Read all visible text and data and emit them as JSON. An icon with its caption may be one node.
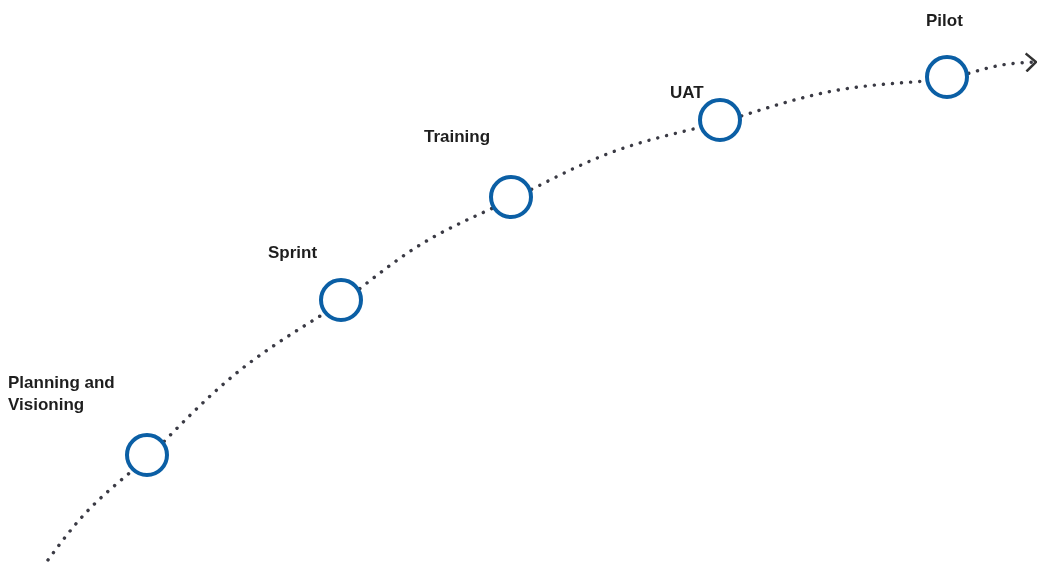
{
  "diagram": {
    "nodes": [
      {
        "text": [
          "Planning and Visioning"
        ]
      },
      {
        "text": [
          "Sprint"
        ]
      },
      {
        "text": [
          "Training"
        ]
      },
      {
        "text": [
          "UAT"
        ]
      },
      {
        "text": [
          "Pilot"
        ]
      }
    ],
    "edges": [
      {
        "from": null,
        "to": 0,
        "arrow": "none",
        "style": "dashed"
      },
      {
        "from": 0,
        "to": 1,
        "arrow": "none",
        "style": "dashed"
      },
      {
        "from": 1,
        "to": 2,
        "arrow": "none",
        "style": "dashed"
      },
      {
        "from": 2,
        "to": 3,
        "arrow": "none",
        "style": "dashed"
      },
      {
        "from": 3,
        "to": 4,
        "arrow": "none",
        "style": "dashed"
      },
      {
        "from": 4,
        "to": null,
        "arrow": "to",
        "style": "dashed"
      }
    ]
  }
}
